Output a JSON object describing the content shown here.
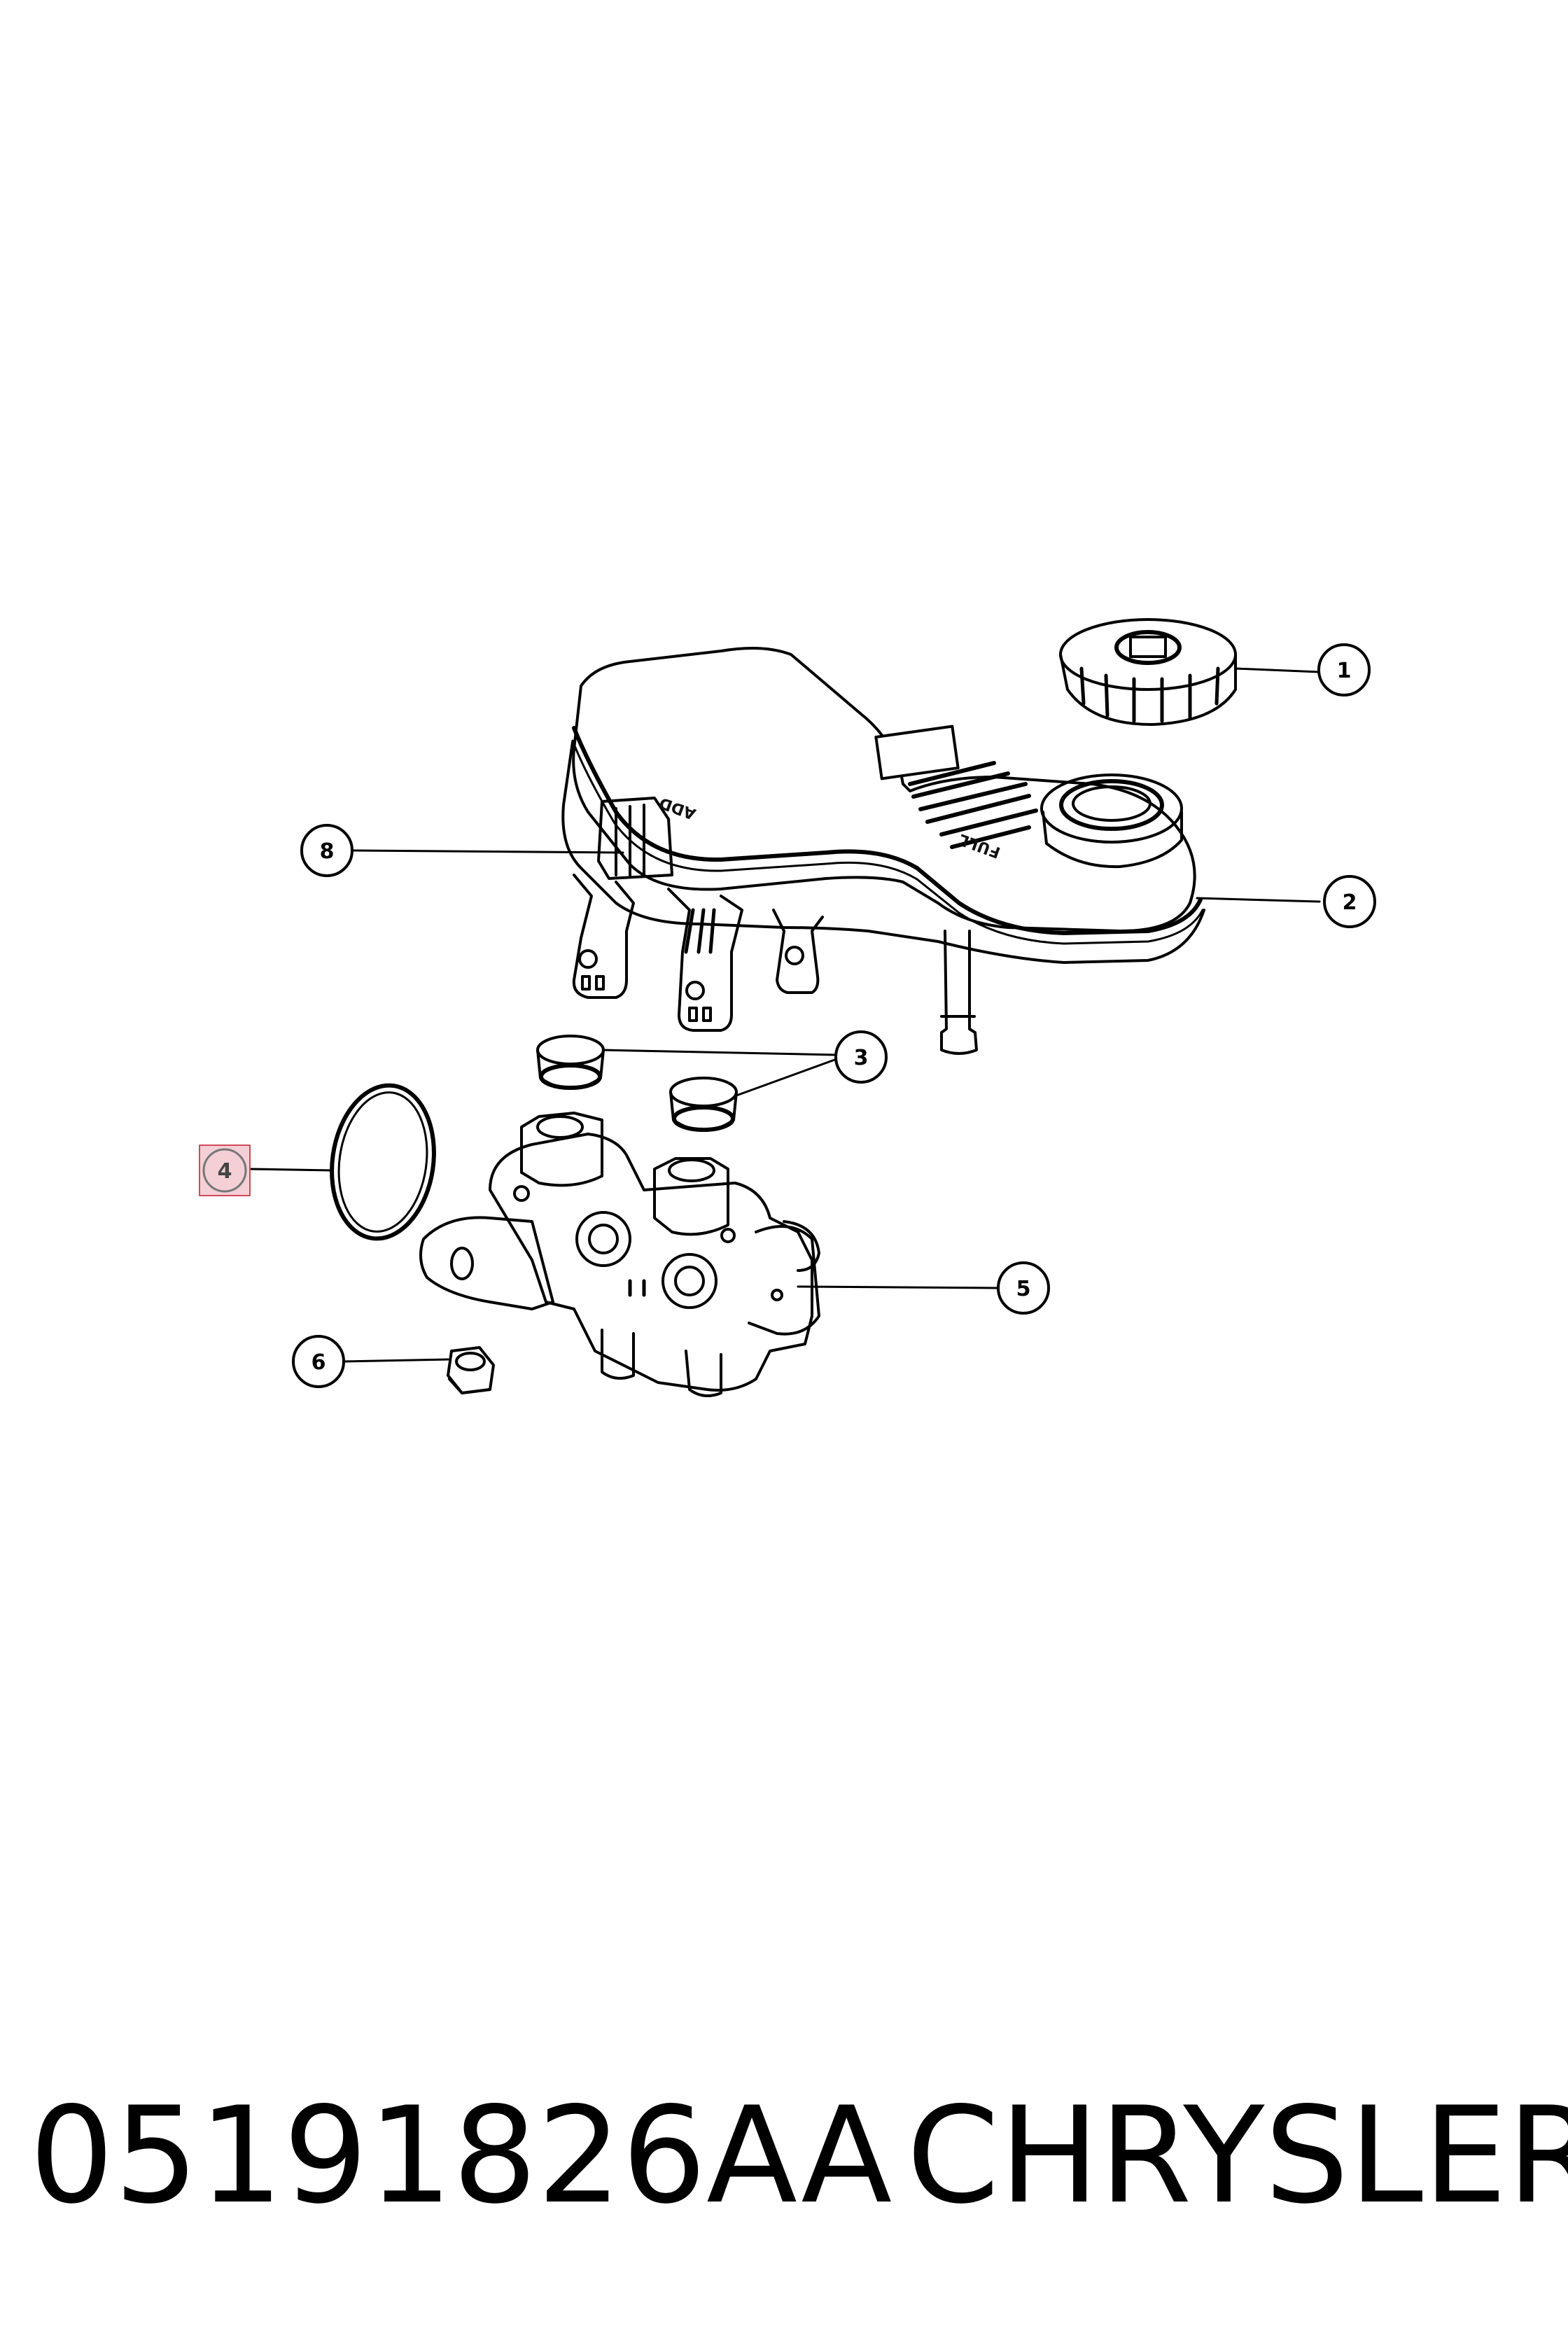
{
  "diagram": {
    "callouts": [
      {
        "id": "1",
        "label": "1"
      },
      {
        "id": "2",
        "label": "2"
      },
      {
        "id": "3",
        "label": "3"
      },
      {
        "id": "4",
        "label": "4",
        "highlighted": true
      },
      {
        "id": "5",
        "label": "5"
      },
      {
        "id": "6",
        "label": "6"
      },
      {
        "id": "8",
        "label": "8"
      }
    ],
    "reservoir_labels": {
      "add": "ADD",
      "full": "FULL"
    },
    "highlight_color": "#f4d0d6",
    "highlight_border_color": "#d04a5a"
  },
  "caption": {
    "part_number": "05191826AA",
    "brand": "CHRYSLER"
  }
}
